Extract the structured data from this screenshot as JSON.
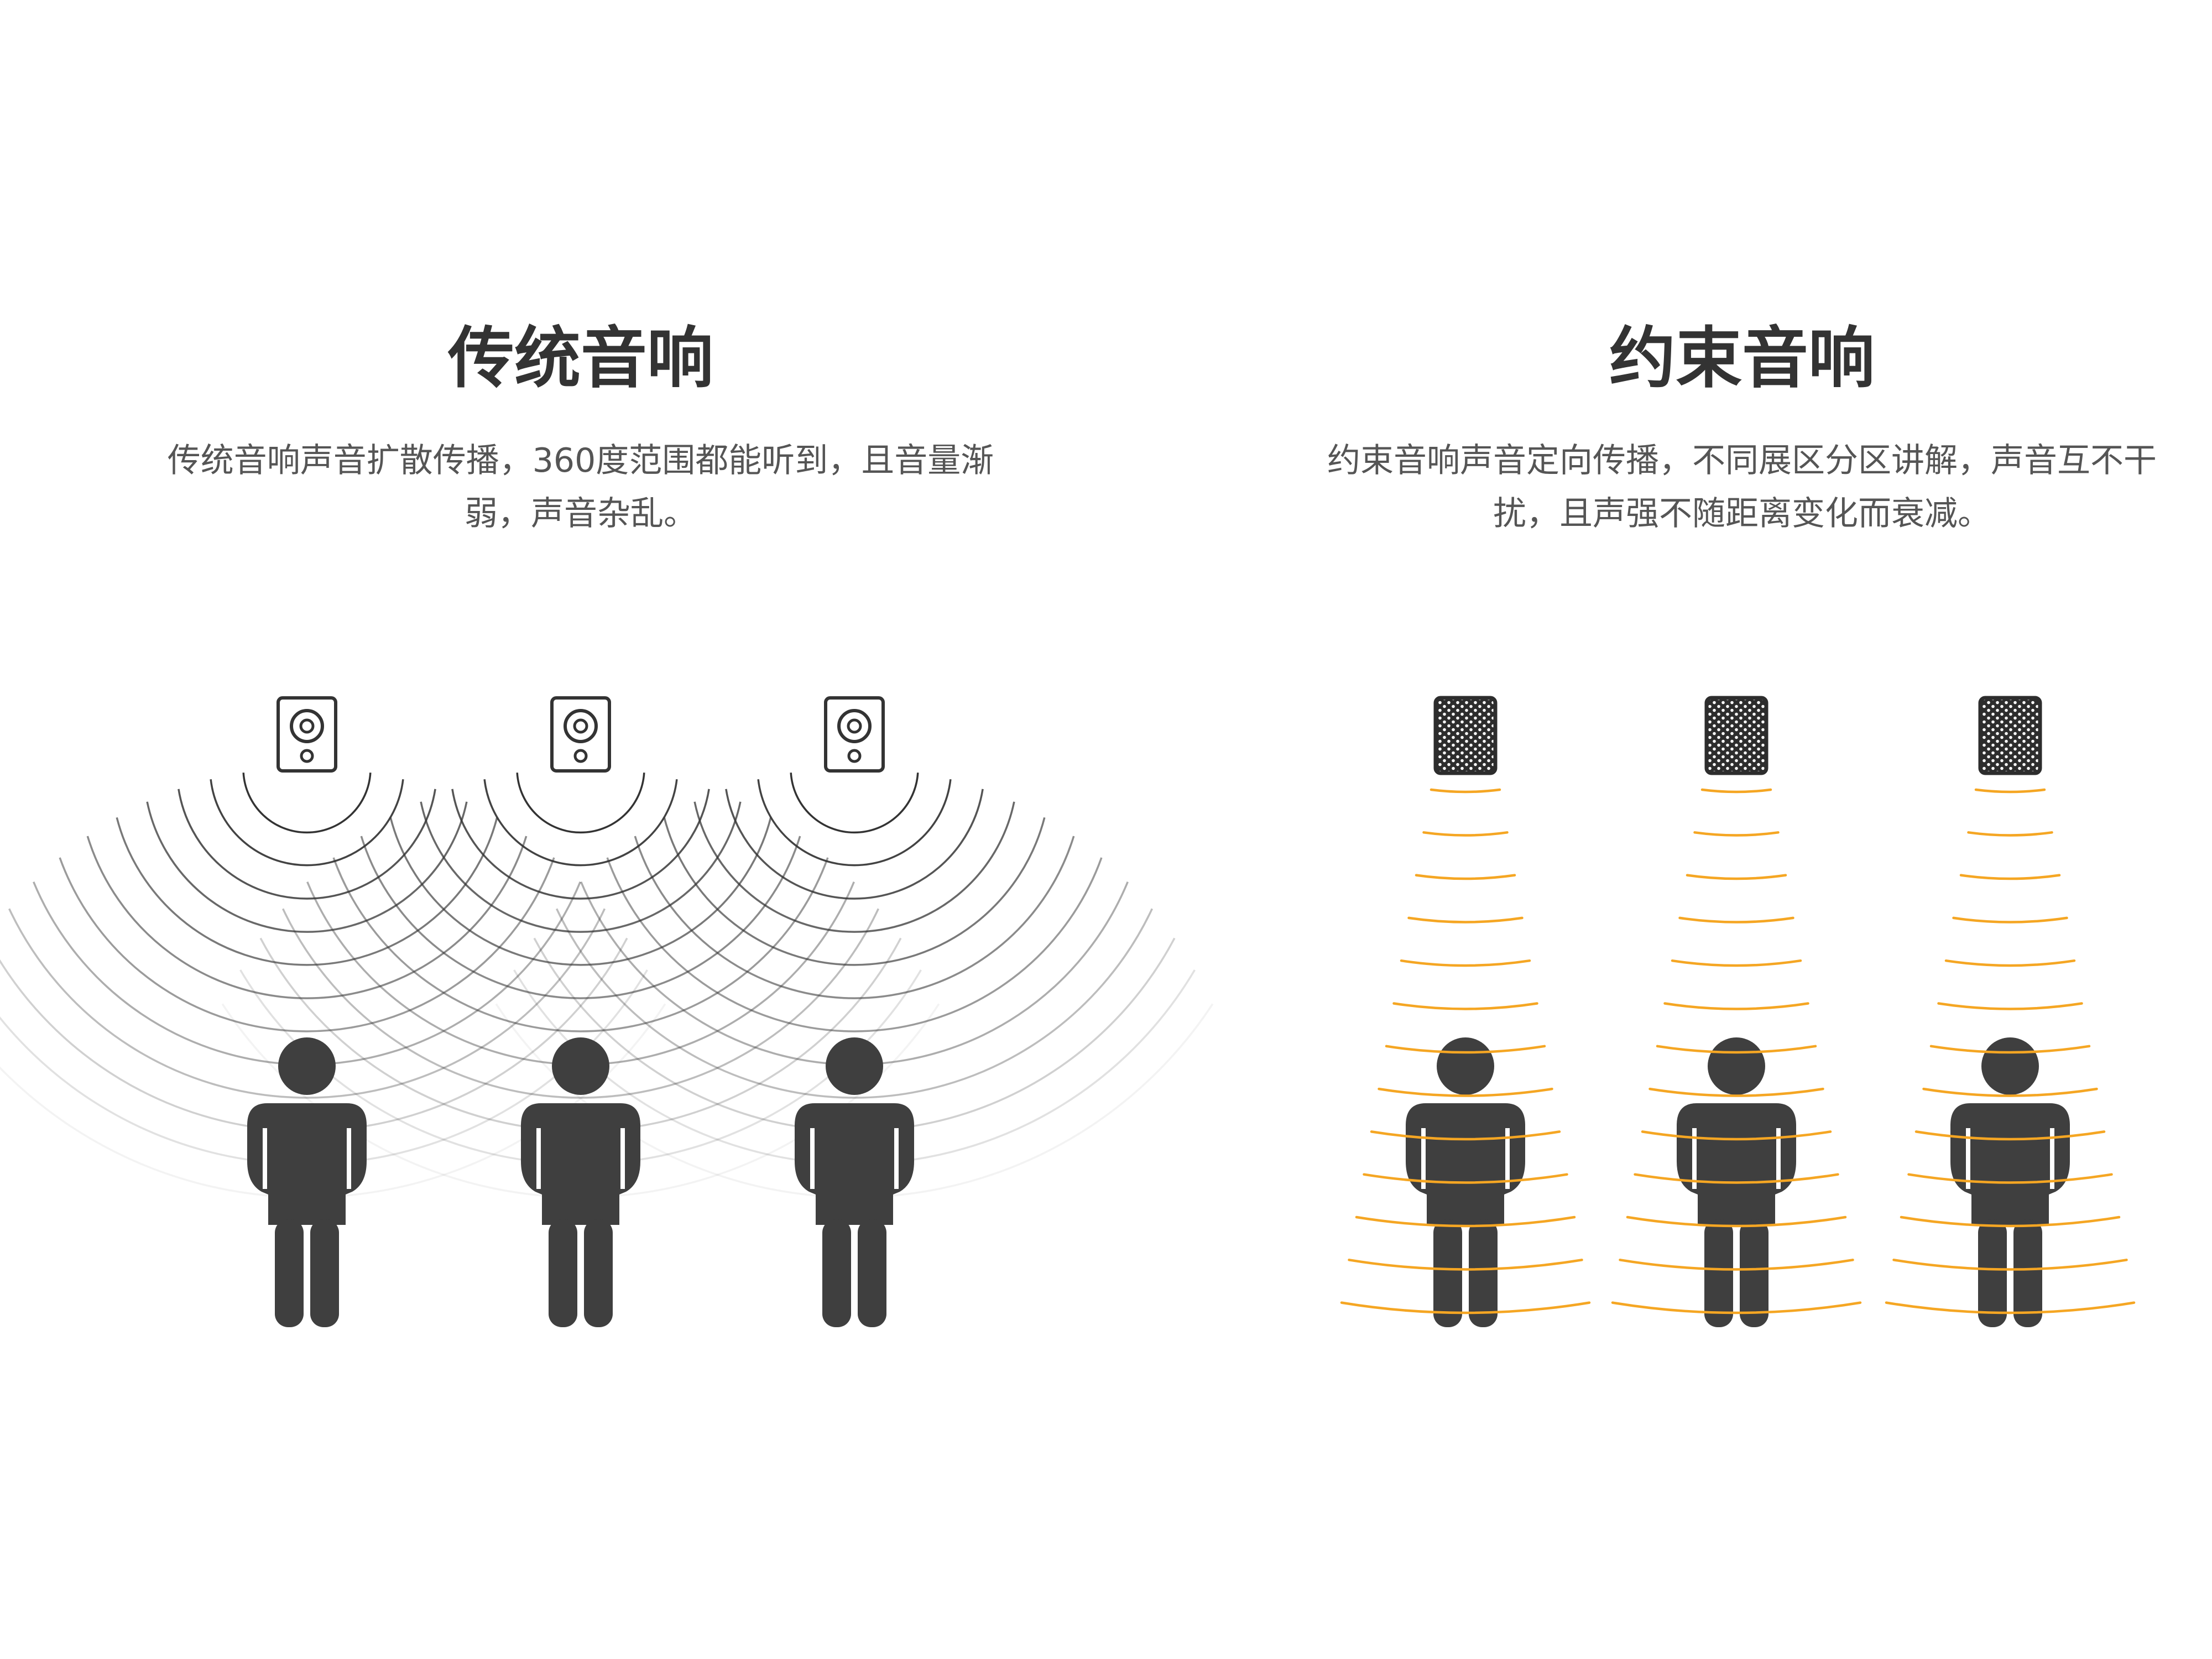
{
  "left_panel": {
    "title": "传统音响",
    "description": "传统音响声音扩散传播，360度范围都能听到，且音量渐弱，声音杂乱。",
    "speaker_count": 3,
    "listener_count": 3,
    "wave_color": "#333333",
    "speaker_icon": "speaker-icon",
    "person_icon": "person-icon"
  },
  "right_panel": {
    "title": "约束音响",
    "description": "约束音响声音定向传播，不同展区分区讲解，声音互不干扰，且声强不随距离变化而衰减。",
    "speaker_count": 3,
    "listener_count": 3,
    "wave_color": "#F5A623",
    "speaker_icon": "directional-speaker-icon",
    "person_icon": "person-icon"
  },
  "colors": {
    "figure": "#3f3f3f",
    "title_text": "#333333",
    "body_text": "#555555",
    "background": "#ffffff"
  }
}
